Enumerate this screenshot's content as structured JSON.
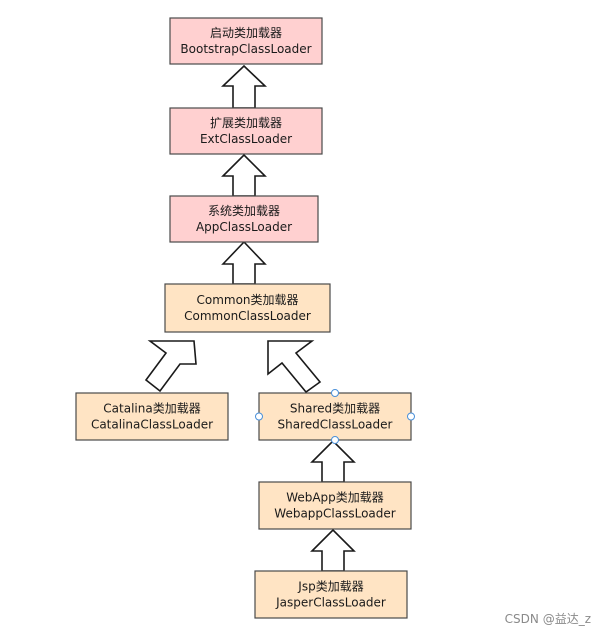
{
  "colors": {
    "system_fill": "#ffd0d0",
    "custom_fill": "#ffe4c4"
  },
  "nodes": {
    "bootstrap": {
      "title": "启动类加载器",
      "name": "BootstrapClassLoader",
      "group": "system"
    },
    "ext": {
      "title": "扩展类加载器",
      "name": "ExtClassLoader",
      "group": "system"
    },
    "app": {
      "title": "系统类加载器",
      "name": "AppClassLoader",
      "group": "system"
    },
    "common": {
      "title": "Common类加载器",
      "name": "CommonClassLoader",
      "group": "custom"
    },
    "catalina": {
      "title": "Catalina类加载器",
      "name": "CatalinaClassLoader",
      "group": "custom"
    },
    "shared": {
      "title": "Shared类加载器",
      "name": "SharedClassLoader",
      "group": "custom"
    },
    "webapp": {
      "title": "WebApp类加载器",
      "name": "WebappClassLoader",
      "group": "custom"
    },
    "jsp": {
      "title": "Jsp类加载器",
      "name": "JasperClassLoader",
      "group": "custom"
    }
  },
  "edges": [
    {
      "from": "ext",
      "to": "bootstrap"
    },
    {
      "from": "app",
      "to": "ext"
    },
    {
      "from": "common",
      "to": "app"
    },
    {
      "from": "catalina",
      "to": "common"
    },
    {
      "from": "shared",
      "to": "common"
    },
    {
      "from": "webapp",
      "to": "shared"
    },
    {
      "from": "jsp",
      "to": "webapp"
    }
  ],
  "watermark": "CSDN @益达_z"
}
